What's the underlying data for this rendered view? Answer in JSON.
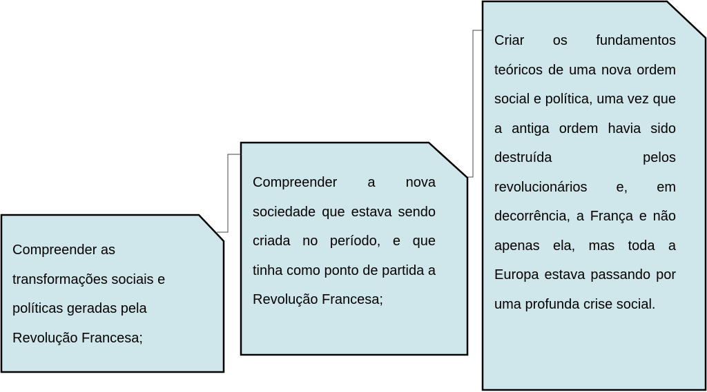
{
  "diagram": {
    "fill_color": "#cfe7ea",
    "boxes": [
      {
        "text": "Compreender as transformações sociais e políticas geradas pela Revolução Francesa;"
      },
      {
        "text": "Compreender a nova sociedade que estava sendo criada no período, e que tinha como ponto de partida a Revolução Francesa;"
      },
      {
        "text": "Criar os fundamentos teóricos de uma nova ordem social e política, uma vez que a antiga ordem havia sido destruída pelos revolucionários e, em decorrência, a França e não apenas ela, mas toda a Europa estava passando por uma profunda crise social."
      }
    ]
  }
}
